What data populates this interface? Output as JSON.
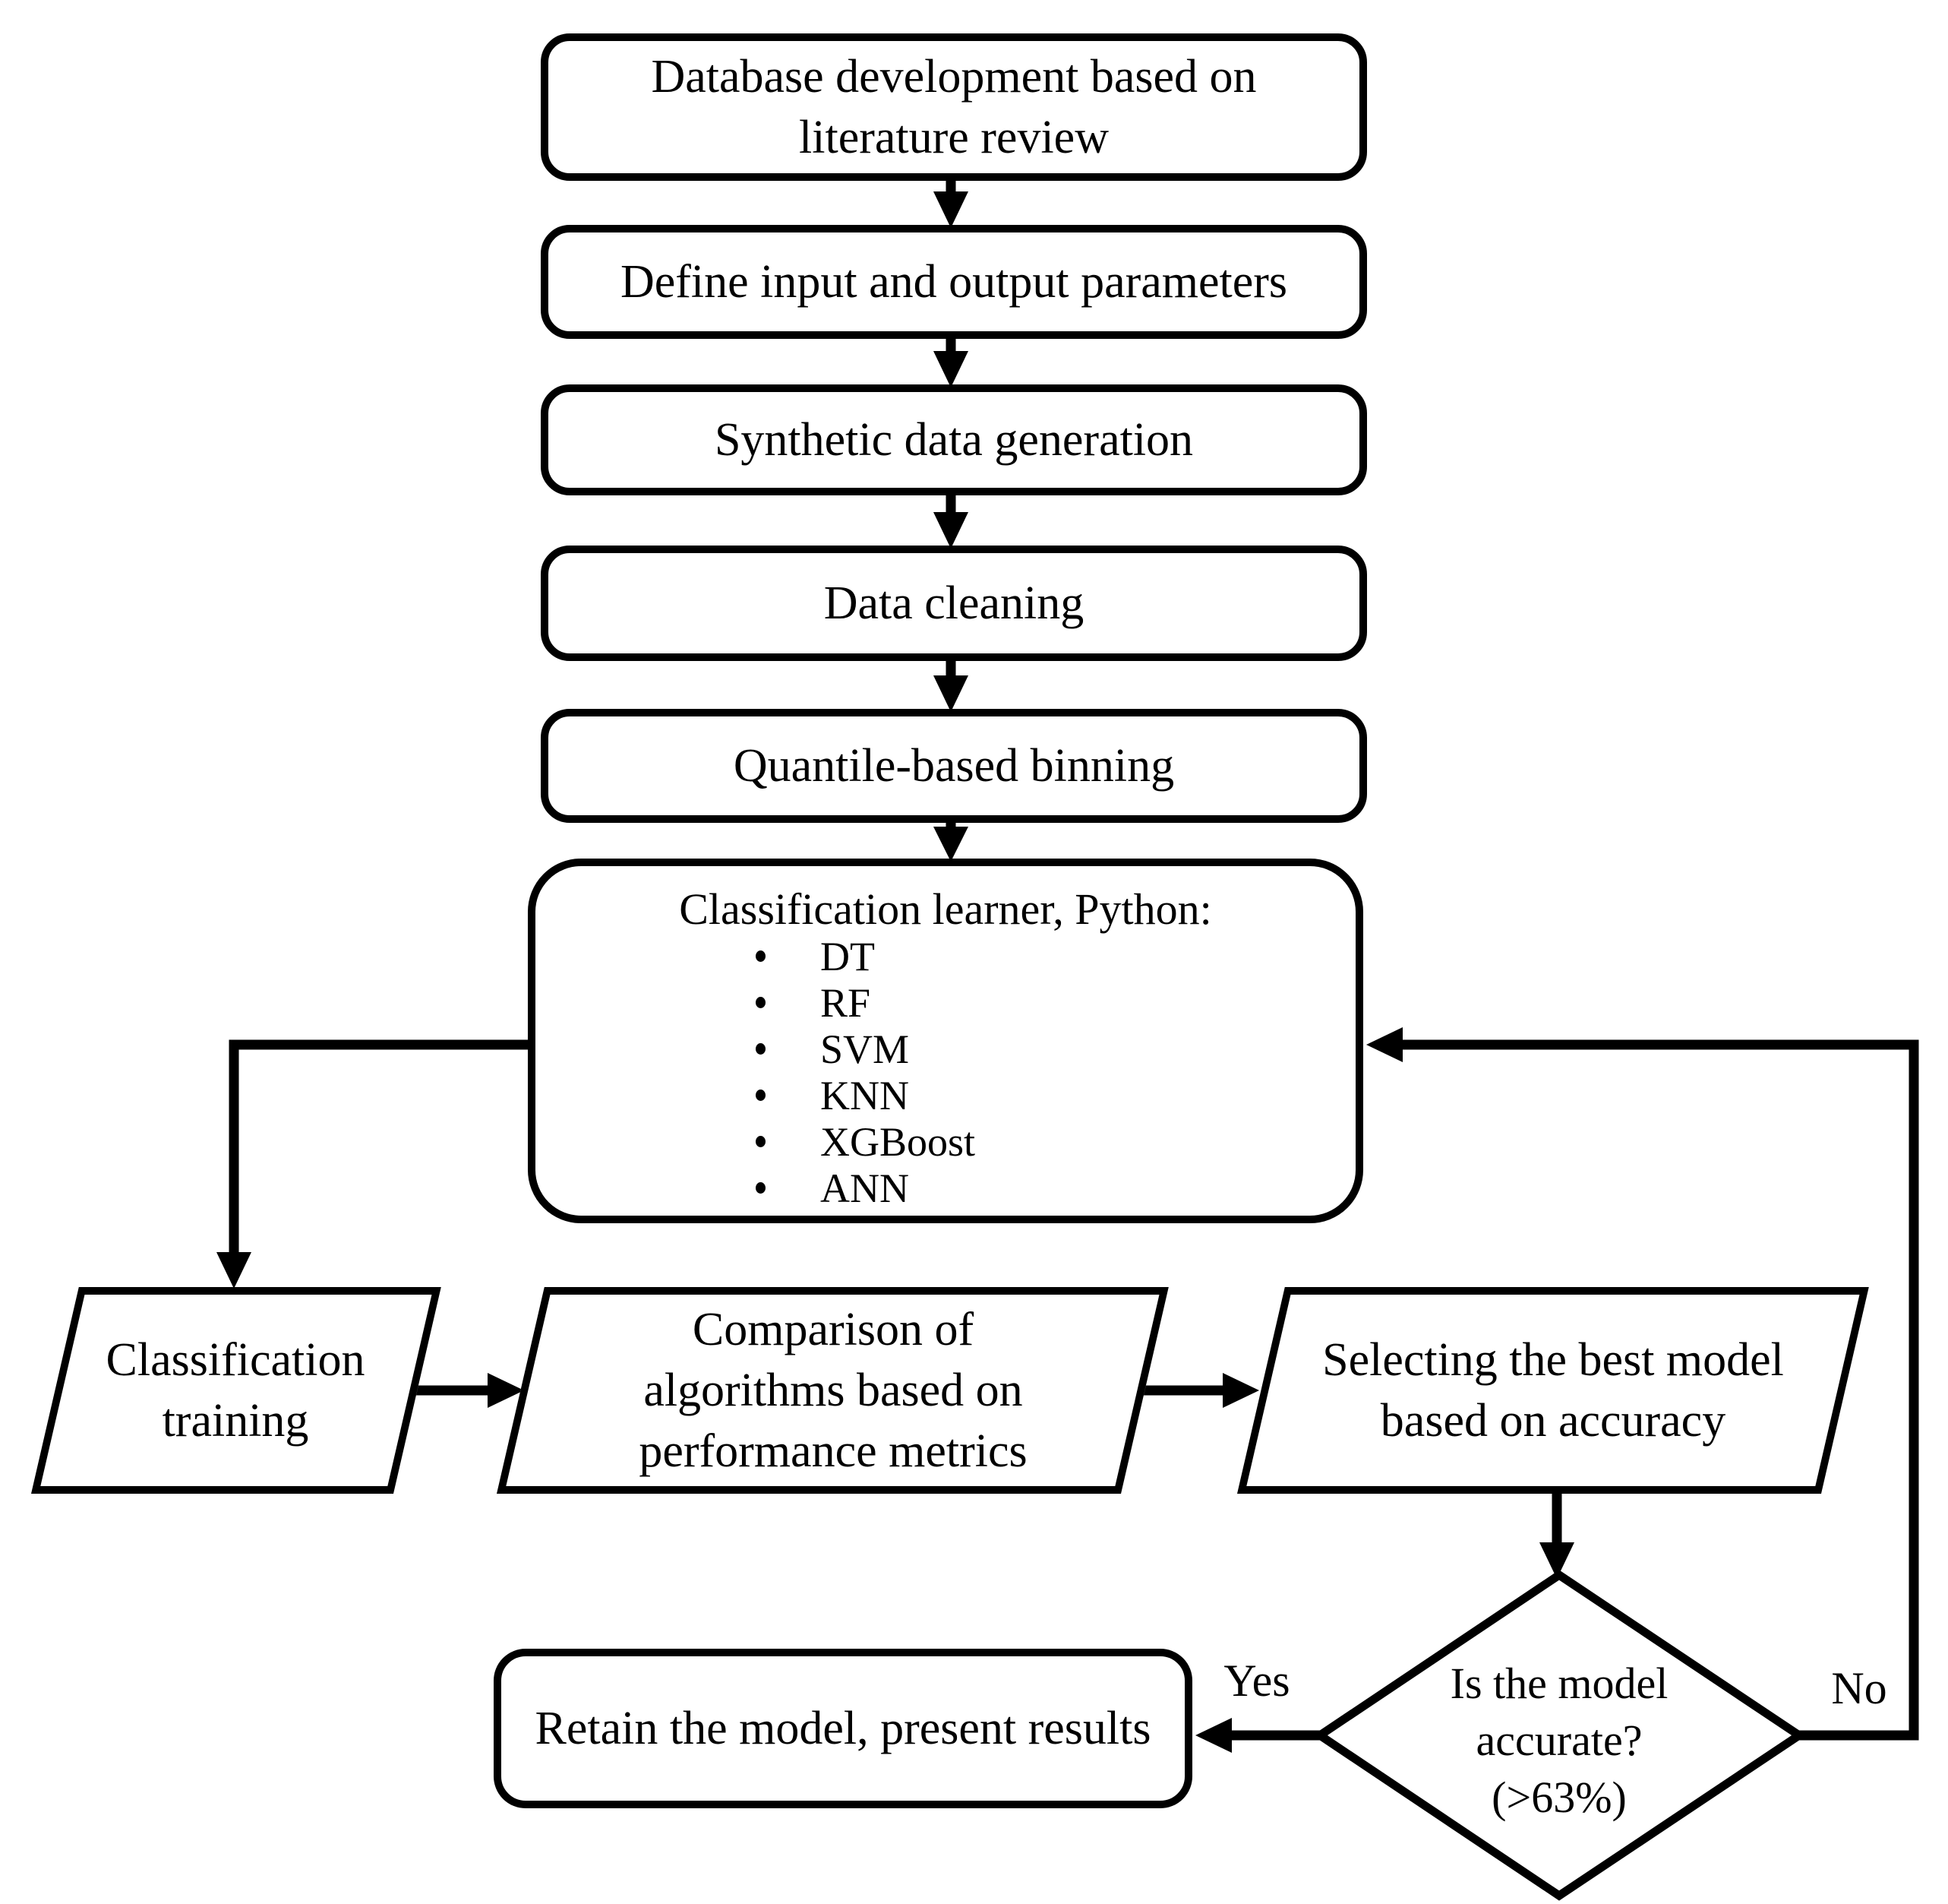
{
  "diagram": {
    "type": "flowchart",
    "colors": {
      "stroke": "#000000",
      "fill": "#ffffff",
      "background": "#ffffff"
    },
    "nodes": {
      "database": {
        "label": "Database development based on literature review"
      },
      "define_io": {
        "label": "Define input and output parameters"
      },
      "synthetic": {
        "label": "Synthetic data generation"
      },
      "cleaning": {
        "label": "Data cleaning"
      },
      "binning": {
        "label": "Quantile-based binning"
      },
      "learner": {
        "title": "Classification learner, Python:",
        "items": [
          "DT",
          "RF",
          "SVM",
          "KNN",
          "XGBoost",
          "ANN"
        ]
      },
      "training": {
        "label": "Classification training"
      },
      "comparison": {
        "label": "Comparison of algorithms based on performance metrics"
      },
      "selecting": {
        "label": "Selecting the best model based on accuracy"
      },
      "decision": {
        "line1": "Is the model",
        "line2": "accurate?",
        "line3": "(>63%)"
      },
      "retain": {
        "label": "Retain the model, present results"
      }
    },
    "edge_labels": {
      "yes": "Yes",
      "no": "No"
    }
  }
}
